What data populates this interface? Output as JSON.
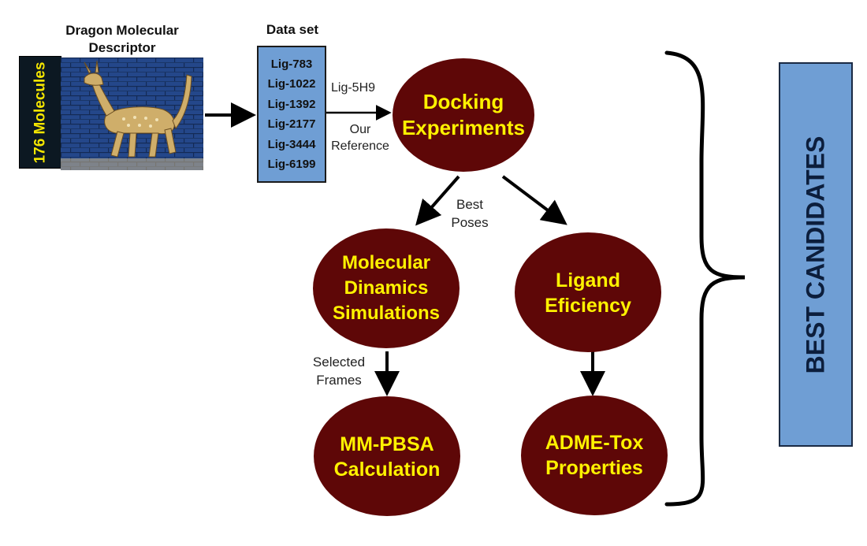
{
  "molecule_count": "176 Molecules",
  "dragon_title": "Dragon Molecular Descriptor",
  "dataset": {
    "title": "Data set",
    "ligands": [
      "Lig-783",
      "Lig-1022",
      "Lig-1392",
      "Lig-2177",
      "Lig-3444",
      "Lig-6199"
    ]
  },
  "reference": {
    "ligand": "Lig-5H9",
    "label_line1": "Our",
    "label_line2": "Reference"
  },
  "nodes": {
    "docking": {
      "line1": "Docking",
      "line2": "Experiments"
    },
    "md": {
      "line1": "Molecular",
      "line2": "Dinamics",
      "line3": "Simulations"
    },
    "ligand": {
      "line1": "Ligand",
      "line2": "Eficiency"
    },
    "mmpbsa": {
      "line1": "MM-PBSA",
      "line2": "Calculation"
    },
    "admet": {
      "line1": "ADME-Tox",
      "line2": "Properties"
    }
  },
  "edges": {
    "best_poses_line1": "Best",
    "best_poses_line2": "Poses",
    "selected_frames_line1": "Selected",
    "selected_frames_line2": "Frames"
  },
  "best_candidates": "BEST CANDIDATES",
  "colors": {
    "node_fill": "#5e0707",
    "node_text": "#fff200",
    "box_fill": "#6f9ed4",
    "dark_label_bg": "#0c1822",
    "molecule_text": "#f5e600"
  }
}
